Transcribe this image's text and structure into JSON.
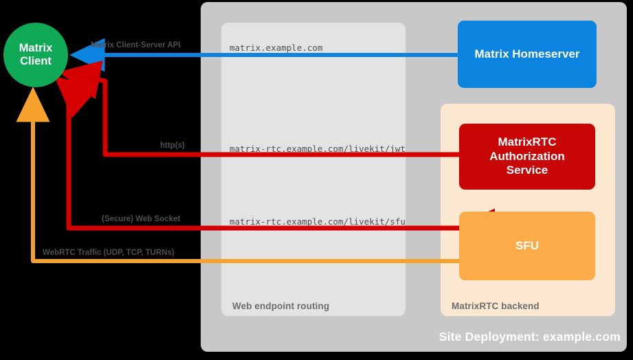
{
  "diagram": {
    "title": "Site Deployment: example.com",
    "client": {
      "line1": "Matrix",
      "line2": "Client"
    },
    "panels": {
      "routing": "Web endpoint routing",
      "backend": "MatrixRTC backend"
    },
    "nodes": {
      "homeserver": "Matrix Homeserver",
      "auth_service": "MatrixRTC\nAuthorization\nService",
      "auth_service_line1": "MatrixRTC",
      "auth_service_line2": "Authorization",
      "auth_service_line3": "Service",
      "sfu": "SFU"
    },
    "edges": [
      {
        "id": "cs-api",
        "label": "Matrix Client-Server API",
        "url": "matrix.example.com",
        "color": "#0b84e0",
        "direction": "to-client"
      },
      {
        "id": "https",
        "label": "http(s)",
        "url": "matrix-rtc.example.com/livekit/jwt",
        "color": "#d60000",
        "direction": "bidirectional"
      },
      {
        "id": "wss",
        "label": "(Secure) Web Socket",
        "url": "matrix-rtc.example.com/livekit/sfu",
        "color": "#d60000",
        "direction": "bidirectional"
      },
      {
        "id": "webrtc",
        "label": "WebRTC Traffic (UDP, TCP, TURNs)",
        "url": "",
        "color": "#f5a12c",
        "direction": "bidirectional"
      }
    ],
    "colors": {
      "background": "#000000",
      "site_panel": "#c8c8c8",
      "routing_panel": "#e3e3e3",
      "backend_panel": "#fce8d0",
      "client": "#0fa958",
      "homeserver": "#0b84e0",
      "auth_service": "#c90606",
      "sfu": "#fbab47",
      "blue_edge": "#0b84e0",
      "red_edge": "#d60000",
      "orange_edge": "#f5a12c",
      "caption_text": "#6d6d6d"
    }
  }
}
